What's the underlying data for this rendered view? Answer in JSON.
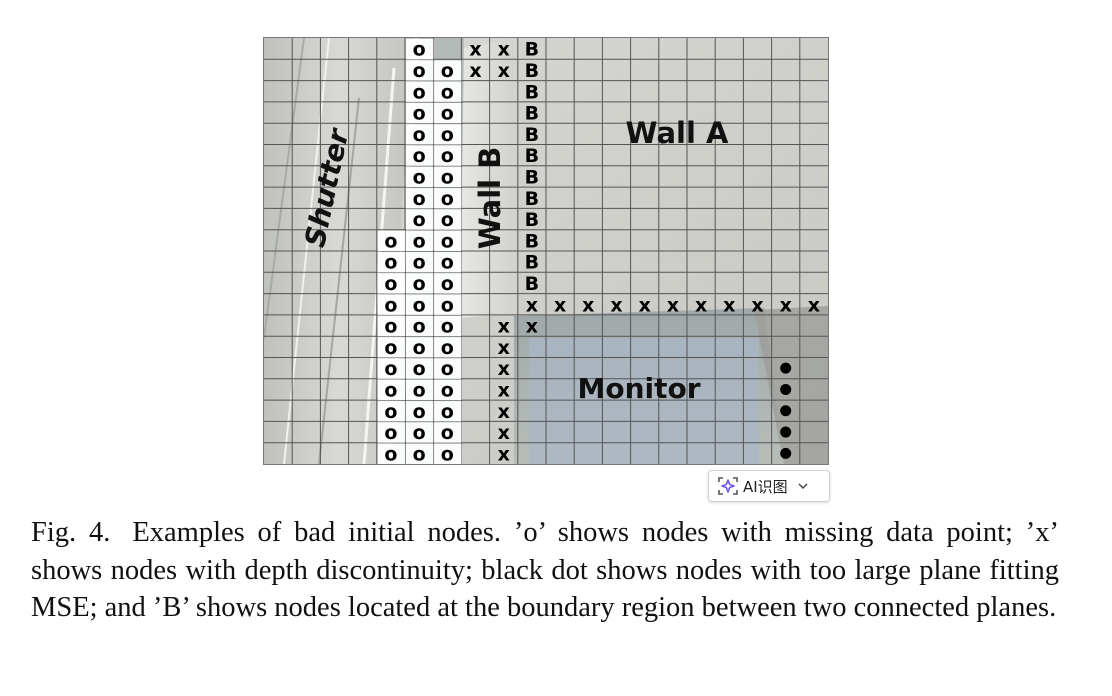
{
  "figure": {
    "grid": {
      "cols": 20,
      "rows": 20
    },
    "labels": {
      "wall_a": "Wall A",
      "wall_b": "Wall B",
      "shutter": "Shutter",
      "monitor": "Monitor"
    },
    "markers": {
      "o": "o",
      "x": "x",
      "b": "B"
    },
    "o_cells": [
      [
        5,
        0
      ],
      [
        5,
        1
      ],
      [
        6,
        1
      ],
      [
        5,
        2
      ],
      [
        6,
        2
      ],
      [
        5,
        3
      ],
      [
        6,
        3
      ],
      [
        5,
        4
      ],
      [
        6,
        4
      ],
      [
        5,
        5
      ],
      [
        6,
        5
      ],
      [
        5,
        6
      ],
      [
        6,
        6
      ],
      [
        5,
        7
      ],
      [
        6,
        7
      ],
      [
        5,
        8
      ],
      [
        6,
        8
      ],
      [
        4,
        9
      ],
      [
        5,
        9
      ],
      [
        6,
        9
      ],
      [
        4,
        10
      ],
      [
        5,
        10
      ],
      [
        6,
        10
      ],
      [
        4,
        11
      ],
      [
        5,
        11
      ],
      [
        6,
        11
      ],
      [
        4,
        12
      ],
      [
        5,
        12
      ],
      [
        6,
        12
      ],
      [
        4,
        13
      ],
      [
        5,
        13
      ],
      [
        6,
        13
      ],
      [
        4,
        14
      ],
      [
        5,
        14
      ],
      [
        6,
        14
      ],
      [
        4,
        15
      ],
      [
        5,
        15
      ],
      [
        6,
        15
      ],
      [
        4,
        16
      ],
      [
        5,
        16
      ],
      [
        6,
        16
      ],
      [
        4,
        17
      ],
      [
        5,
        17
      ],
      [
        6,
        17
      ],
      [
        4,
        18
      ],
      [
        5,
        18
      ],
      [
        6,
        18
      ],
      [
        4,
        19
      ],
      [
        5,
        19
      ],
      [
        6,
        19
      ]
    ],
    "x_cells": [
      [
        7,
        0
      ],
      [
        8,
        0
      ],
      [
        7,
        1
      ],
      [
        8,
        1
      ],
      [
        9,
        12
      ],
      [
        10,
        12
      ],
      [
        11,
        12
      ],
      [
        12,
        12
      ],
      [
        13,
        12
      ],
      [
        14,
        12
      ],
      [
        15,
        12
      ],
      [
        16,
        12
      ],
      [
        17,
        12
      ],
      [
        18,
        12
      ],
      [
        19,
        12
      ],
      [
        8,
        13
      ],
      [
        9,
        13
      ],
      [
        8,
        14
      ],
      [
        8,
        15
      ],
      [
        8,
        16
      ],
      [
        8,
        17
      ],
      [
        8,
        18
      ],
      [
        8,
        19
      ]
    ],
    "b_cells": [
      [
        9,
        0
      ],
      [
        9,
        1
      ],
      [
        9,
        2
      ],
      [
        9,
        3
      ],
      [
        9,
        4
      ],
      [
        9,
        5
      ],
      [
        9,
        6
      ],
      [
        9,
        7
      ],
      [
        9,
        8
      ],
      [
        9,
        9
      ],
      [
        9,
        10
      ],
      [
        9,
        11
      ]
    ],
    "dot_cells": [
      [
        18,
        15
      ],
      [
        18,
        16
      ],
      [
        18,
        17
      ],
      [
        18,
        18
      ],
      [
        18,
        19
      ]
    ]
  },
  "ai_button": {
    "label": "AI识图",
    "icon": "ai-sparkle-icon",
    "chevron": "chevron-down-icon"
  },
  "caption": {
    "fig_label": "Fig. 4.",
    "text": "Examples of bad initial nodes. ’o’ shows nodes with missing data point; ’x’ shows nodes with depth discontinuity; black dot shows nodes with too large plane fitting MSE; and ’B’ shows nodes located at the boundary region between two connected planes."
  }
}
